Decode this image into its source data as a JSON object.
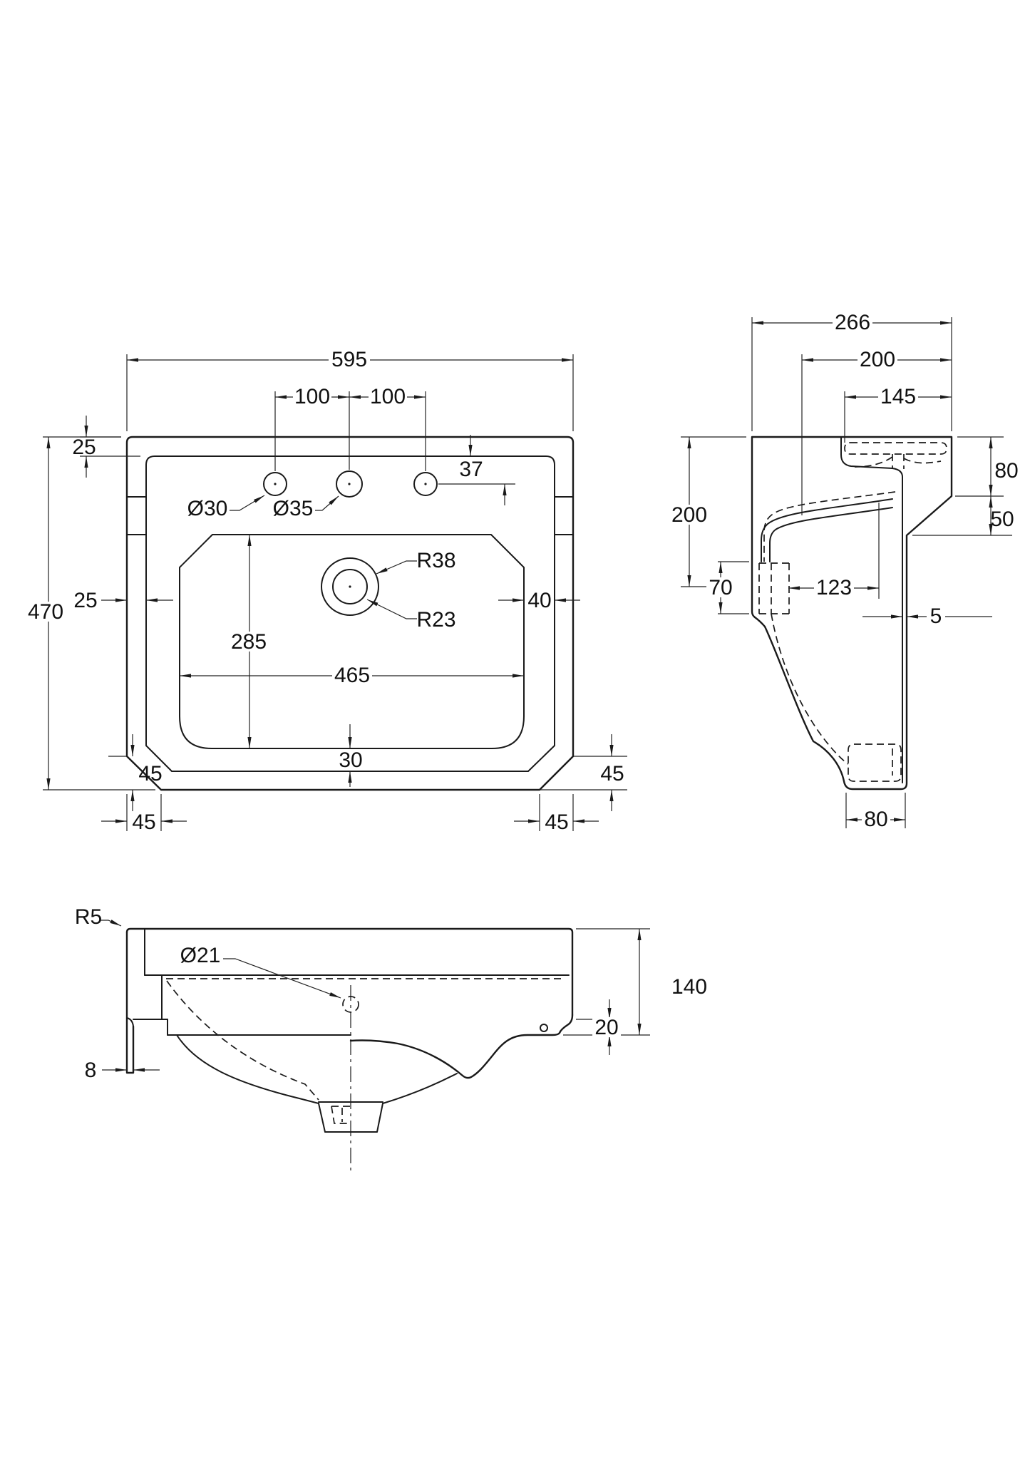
{
  "drawing": {
    "type": "technical-drawing",
    "subject": "three-view dimensioned drawing of a 3-tap-hole ceramic basin",
    "line_color": "#1a1a1a",
    "background": "#ffffff"
  },
  "plan": {
    "dim_width": "595",
    "dim_height": "470",
    "dim_spacing_1": "100",
    "dim_spacing_2": "100",
    "dim_rim_top": "25",
    "dim_rim_left": "25",
    "dim_tap_offset": "37",
    "dim_bowl_gap_right": "40",
    "dim_bowl_depth": "285",
    "dim_bowl_width": "465",
    "dim_bowl_gap_bottom": "30",
    "dim_chamfer_left_v": "45",
    "dim_chamfer_left_h": "45",
    "dim_chamfer_right_v": "45",
    "dim_chamfer_right_h": "45",
    "label_hole_left": "Ø30",
    "label_hole_mid": "Ø35",
    "label_drain_outer": "R38",
    "label_drain_inner": "R23"
  },
  "side": {
    "dim_total": "266",
    "dim_ledge": "200",
    "dim_deck": "145",
    "dim_apron": "80",
    "dim_chamfer": "50",
    "dim_back_height": "200",
    "dim_fixing": "70",
    "dim_overflow": "123",
    "dim_wall": "5",
    "dim_foot": "80"
  },
  "front": {
    "label_corner_radius": "R5",
    "label_overflow_dia": "Ø21",
    "dim_height": "140",
    "dim_step": "20",
    "dim_back_tab": "8"
  }
}
